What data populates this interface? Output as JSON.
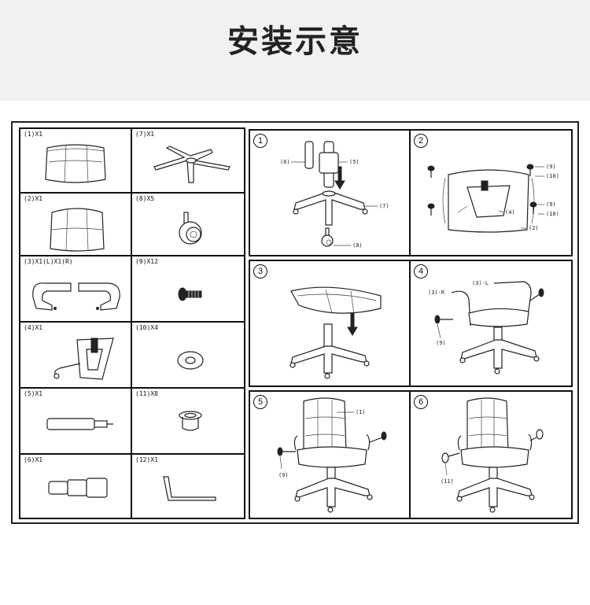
{
  "title": "安装示意",
  "parts": [
    {
      "label": "(1)X1",
      "icon": "seat-cushion-icon"
    },
    {
      "label": "(7)X1",
      "icon": "chair-base-icon"
    },
    {
      "label": "(2)X1",
      "icon": "backrest-icon"
    },
    {
      "label": "(8)X5",
      "icon": "caster-wheel-icon"
    },
    {
      "label": "(3)X1(L)X1(R)",
      "icon": "armrest-pair-icon"
    },
    {
      "label": "(9)X12",
      "icon": "screw-icon"
    },
    {
      "label": "(4)X1",
      "icon": "seat-mechanism-icon"
    },
    {
      "label": "(10)X4",
      "icon": "washer-icon"
    },
    {
      "label": "(5)X1",
      "icon": "gas-lift-icon"
    },
    {
      "label": "(11)X8",
      "icon": "cap-icon"
    },
    {
      "label": "(6)X1",
      "icon": "lift-cover-icon"
    },
    {
      "label": "(12)X1",
      "icon": "allen-key-icon"
    }
  ],
  "steps": [
    {
      "num": "1",
      "callouts": [
        "(6)",
        "(5)",
        "(7)",
        "(8)"
      ]
    },
    {
      "num": "2",
      "callouts": [
        "(9)",
        "(10)",
        "(9)",
        "(10)",
        "(4)",
        "(2)"
      ]
    },
    {
      "num": "3",
      "callouts": []
    },
    {
      "num": "4",
      "callouts": [
        "(3)-L",
        "(3)-R",
        "(9)"
      ]
    },
    {
      "num": "5",
      "callouts": [
        "(1)",
        "(9)"
      ]
    },
    {
      "num": "6",
      "callouts": [
        "(11)"
      ]
    }
  ]
}
